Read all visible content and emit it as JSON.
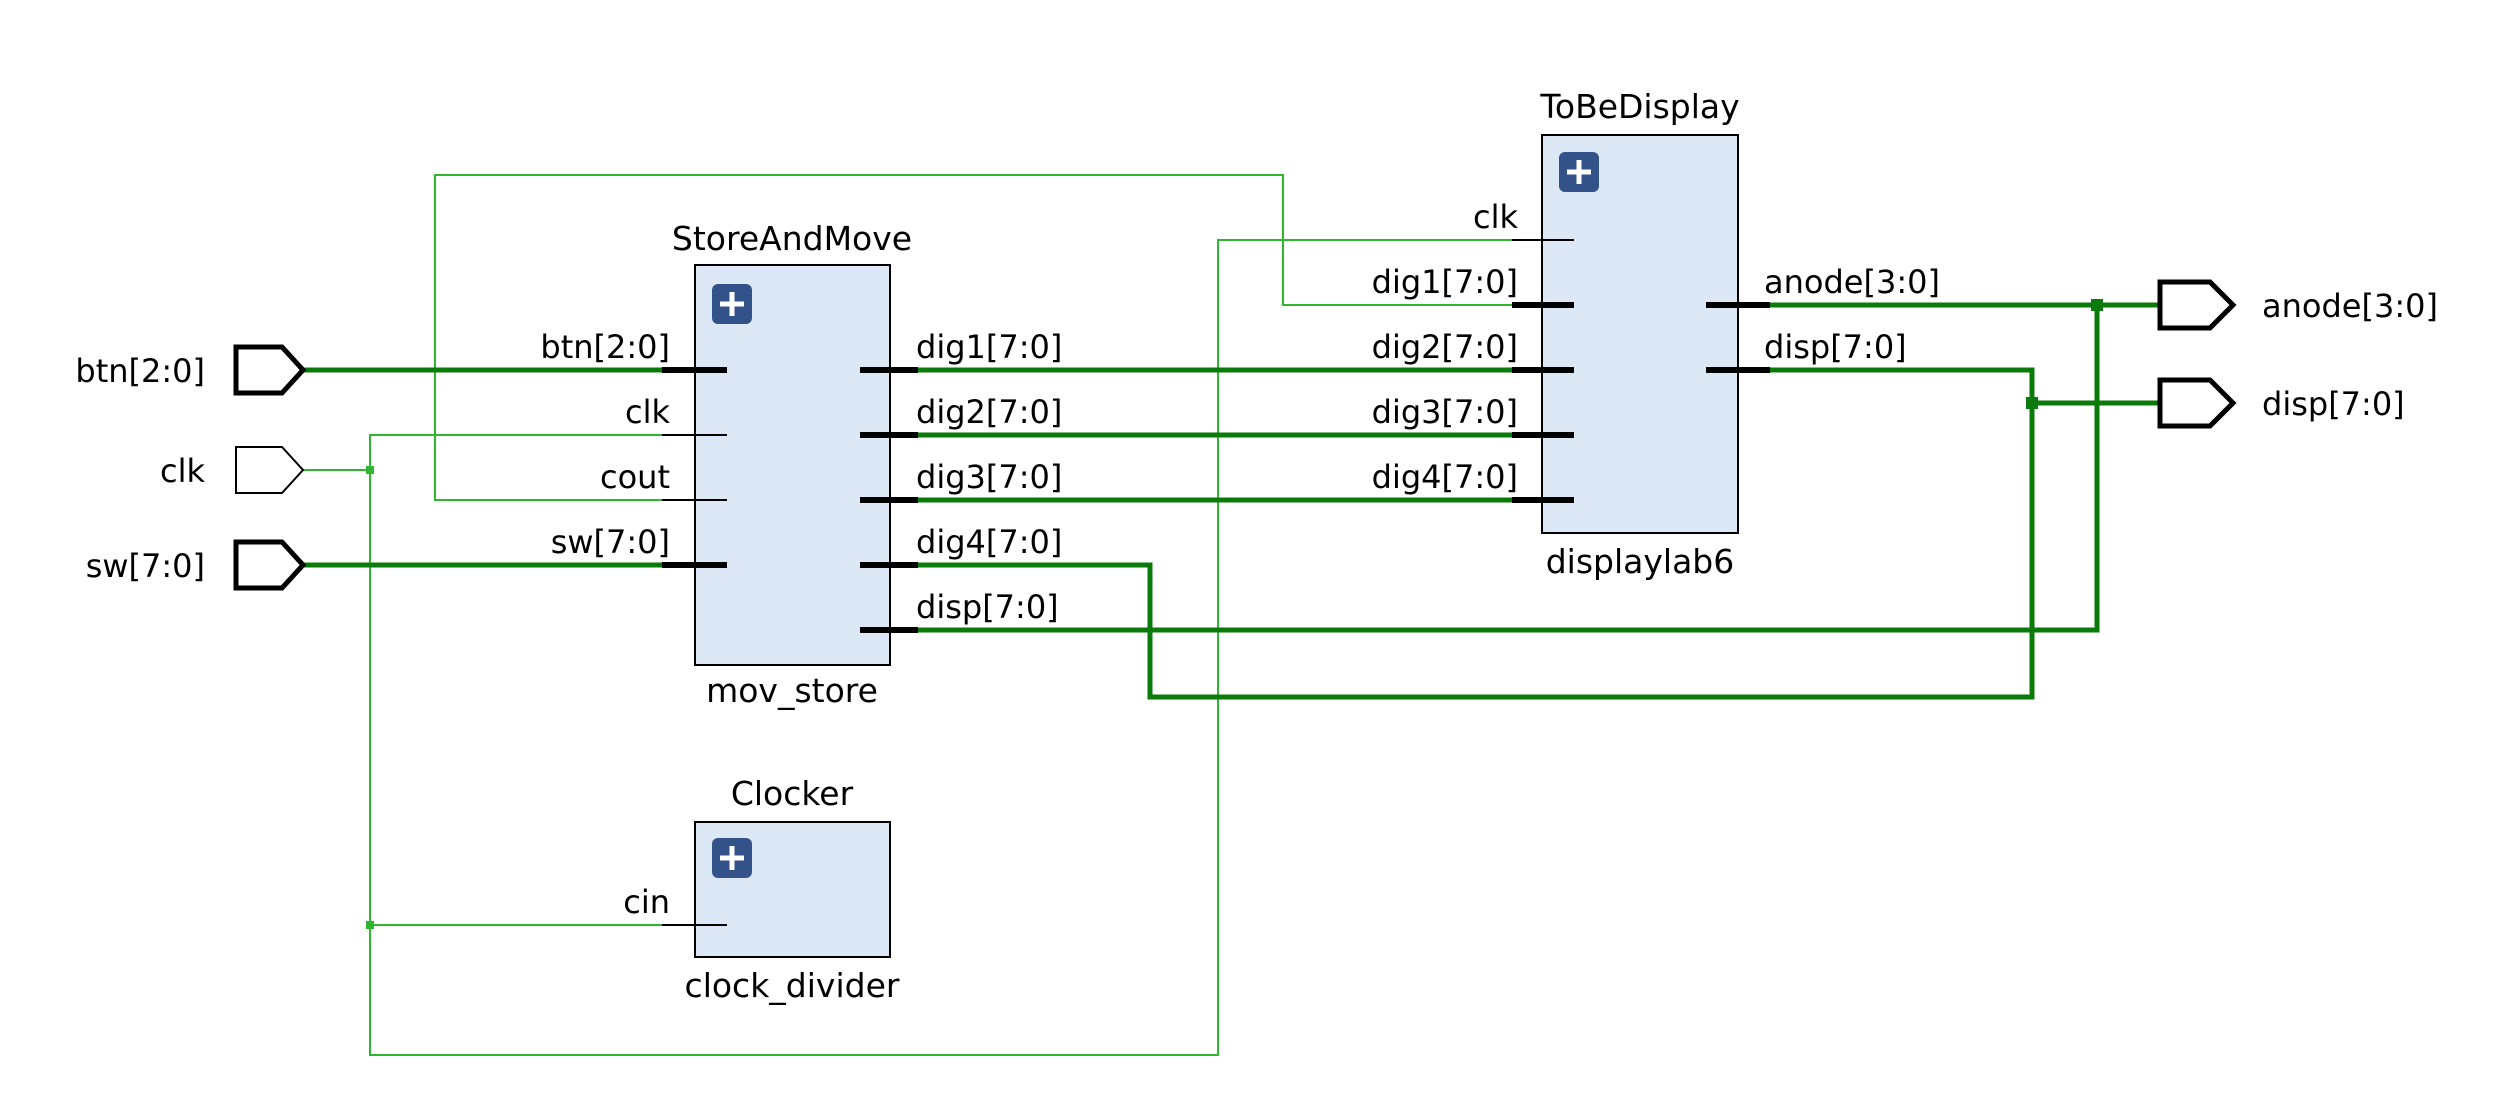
{
  "ports": {
    "btn": "btn[2:0]",
    "clk": "clk",
    "sw": "sw[7:0]",
    "anode": "anode[3:0]",
    "disp": "disp[7:0]"
  },
  "blocks": {
    "store": {
      "title": "StoreAndMove",
      "instance": "mov_store",
      "inputs": [
        "btn[2:0]",
        "clk",
        "cout",
        "sw[7:0]"
      ],
      "outputs": [
        "dig1[7:0]",
        "dig2[7:0]",
        "dig3[7:0]",
        "dig4[7:0]",
        "disp[7:0]"
      ]
    },
    "clocker": {
      "title": "Clocker",
      "instance": "clock_divider",
      "inputs": [
        "cin"
      ]
    },
    "display": {
      "title": "ToBeDisplay",
      "instance": "displaylab6",
      "inputs": [
        "clk",
        "dig1[7:0]",
        "dig2[7:0]",
        "dig3[7:0]",
        "dig4[7:0]"
      ],
      "outputs": [
        "anode[3:0]",
        "disp[7:0]"
      ]
    }
  },
  "colors": {
    "bus_wire": "#0a7a0a",
    "signal_wire": "#2fb52f",
    "block_fill": "#dde8f6",
    "expand_button": "#34528a"
  },
  "icons": {
    "expand": "plus-square-icon"
  }
}
